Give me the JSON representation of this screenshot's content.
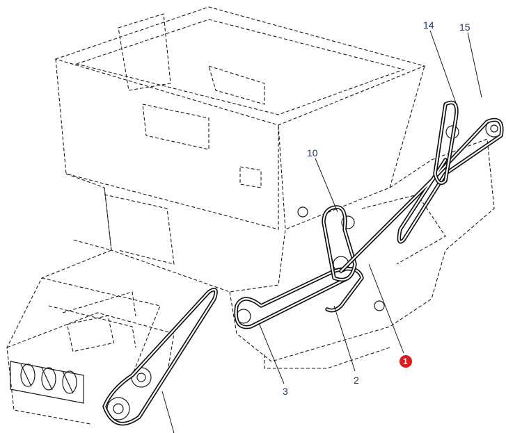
{
  "callouts": {
    "c14": "14",
    "c15": "15",
    "c10": "10",
    "c3": "3",
    "c2": "2",
    "c1": "1"
  },
  "colors": {
    "callout_text": "#1c2d7a",
    "badge_fill": "#e0191e",
    "line": "#1a1a1a"
  }
}
